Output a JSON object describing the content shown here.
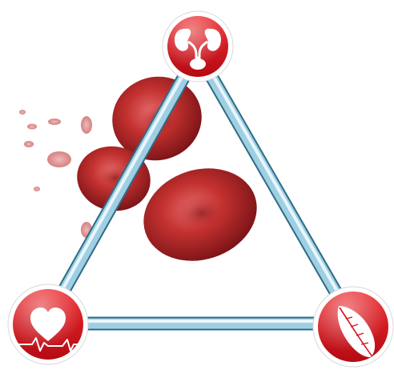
{
  "diagram": {
    "nodes": [
      {
        "id": "kidney",
        "icon": "kidney-icon"
      },
      {
        "id": "heart",
        "icon": "heart-ecg-icon"
      },
      {
        "id": "lung",
        "icon": "lung-icon"
      }
    ],
    "edges": [
      {
        "from": "kidney",
        "to": "heart"
      },
      {
        "from": "kidney",
        "to": "lung"
      },
      {
        "from": "heart",
        "to": "lung"
      }
    ],
    "background": "red-blood-cells",
    "colors": {
      "node_fill": "#d4111b",
      "node_ring": "#ffffff",
      "connector": "#9fcfe3",
      "connector_highlight": "#e8f6fc",
      "blood_cell": "#b8272b"
    }
  }
}
